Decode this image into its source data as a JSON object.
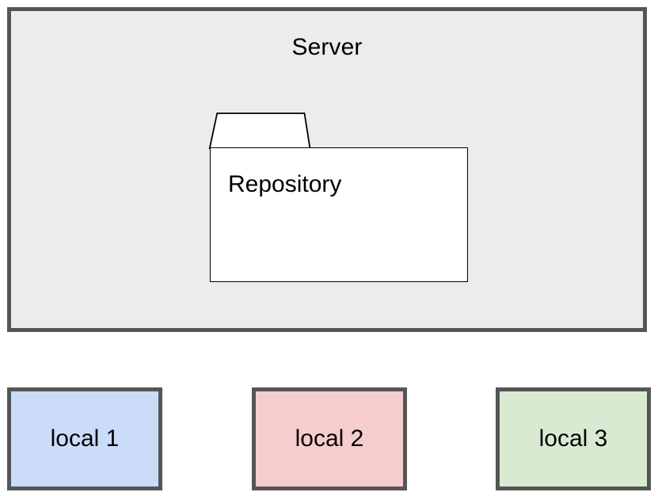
{
  "diagram": {
    "type": "deployment-diagram",
    "server": {
      "label": "Server",
      "fill": "#ececec",
      "border_color": "#555555",
      "repository": {
        "label": "Repository",
        "shape": "folder",
        "fill": "#ffffff",
        "border_color": "#000000"
      }
    },
    "locals": [
      {
        "label": "local 1",
        "fill": "#cadcf8",
        "border_color": "#555555"
      },
      {
        "label": "local 2",
        "fill": "#f5cdcd",
        "border_color": "#555555"
      },
      {
        "label": "local 3",
        "fill": "#d9ead3",
        "border_color": "#555555"
      }
    ]
  }
}
